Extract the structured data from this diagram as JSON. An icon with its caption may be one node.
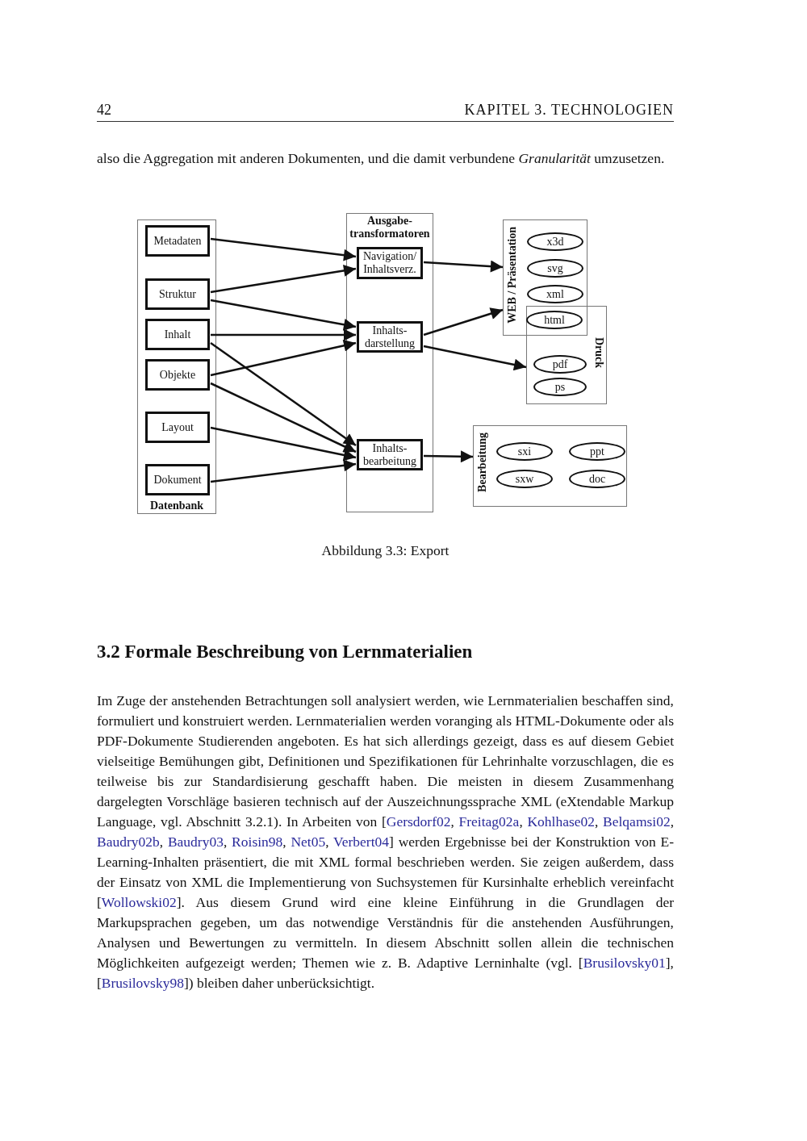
{
  "diagram": {
    "caption": "Abbildung 3.3: Export",
    "nodes": [
      {
        "text": [
          "Datenbank"
        ]
      },
      {
        "text": [
          "Metadaten"
        ],
        "in": 0
      },
      {
        "text": [
          "Struktur"
        ],
        "in": 0
      },
      {
        "text": [
          "Inhalt"
        ],
        "in": 0
      },
      {
        "text": [
          "Objekte"
        ],
        "in": 0
      },
      {
        "text": [
          "Layout"
        ],
        "in": 0
      },
      {
        "text": [
          "Dokument"
        ],
        "in": 0
      },
      {
        "text": [
          "Ausgabe- transformatoren"
        ]
      },
      {
        "text": [
          "Navigation/ Inhaltsverz."
        ],
        "in": 7
      },
      {
        "text": [
          "Inhalts- darstellung"
        ],
        "in": 7
      },
      {
        "text": [
          "Inhalts- bearbeitung"
        ],
        "in": 7
      },
      {
        "text": [
          "WEB / Präsentation"
        ]
      },
      {
        "text": [
          "x3d"
        ],
        "in": 11
      },
      {
        "text": [
          "svg"
        ],
        "in": 11
      },
      {
        "text": [
          "xml"
        ],
        "in": 11
      },
      {
        "text": [
          "html"
        ]
      },
      {
        "text": [
          "Druck"
        ]
      },
      {
        "text": [
          "pdf"
        ],
        "in": 16
      },
      {
        "text": [
          "ps"
        ],
        "in": 16
      },
      {
        "text": [
          "Bearbeitung"
        ]
      },
      {
        "text": [
          "sxi"
        ],
        "in": 19
      },
      {
        "text": [
          "ppt"
        ],
        "in": 19
      },
      {
        "text": [
          "sxw"
        ],
        "in": 19
      },
      {
        "text": [
          "doc"
        ],
        "in": 19
      }
    ],
    "edges": [
      {
        "from": 1,
        "to": 8,
        "arrow": "to"
      },
      {
        "from": 2,
        "to": 8,
        "arrow": "to"
      },
      {
        "from": 2,
        "to": 9,
        "arrow": "to"
      },
      {
        "from": 3,
        "to": 9,
        "arrow": "to"
      },
      {
        "from": 3,
        "to": 10,
        "arrow": "to"
      },
      {
        "from": 4,
        "to": 9,
        "arrow": "to"
      },
      {
        "from": 4,
        "to": 10,
        "arrow": "to"
      },
      {
        "from": 5,
        "to": 10,
        "arrow": "to"
      },
      {
        "from": 6,
        "to": 10,
        "arrow": "to"
      },
      {
        "from": 8,
        "to": 11,
        "arrow": "to"
      },
      {
        "from": 9,
        "to": 11,
        "arrow": "to"
      },
      {
        "from": 9,
        "to": 16,
        "arrow": "to"
      },
      {
        "from": 10,
        "to": 19,
        "arrow": "to"
      }
    ],
    "labels": [
      "42",
      "KAPITEL 3. TECHNOLOGIEN",
      "also die Aggregation mit anderen Dokumenten, und die damit verbundene *Granularität* umzusetzen.",
      "3.2 Formale Beschreibung von Lernmaterialien",
      "Im Zuge der anstehenden Betrachtungen soll analysiert werden, wie Lernmaterialien beschaffen sind, formuliert und konstruiert werden. Lernmaterialien werden voranging als HTML-Dokumente oder als PDF-Dokumente Studierenden angeboten. Es hat sich allerdings gezeigt, dass es auf diesem Gebiet vielseitige Bemühungen gibt, Definitionen und Spezifikationen für Lehrinhalte vorzuschlagen, die es teilweise bis zur Standardisierung geschafft haben. Die meisten in diesem Zusammenhang dargelegten Vorschläge basieren technisch auf der Auszeichnungssprache XML (eXtendable Markup Language, vgl. Abschnitt 3.2.1). In Arbeiten von [Gersdorf02, Freitag02a, Kohlhase02, Belqamsi02, Baudry02b, Baudry03, Roisin98, Net05, Verbert04] werden Ergebnisse bei der Konstruktion von E-Learning-Inhalten präsentiert, die mit XML formal beschrieben werden. Sie zeigen außerdem, dass der Einsatz von XML die Implementierung von Suchsystemen für Kursinhalte erheblich vereinfacht [Wollowski02]. Aus diesem Grund wird eine kleine Einführung in die Grundlagen der Markupsprachen gegeben, um das notwendige Verständnis für die anstehenden Ausführungen, Analysen und Bewertungen zu vermitteln. In diesem Abschnitt sollen allein die technischen Möglichkeiten aufgezeigt werden; Themen wie z. B. Adaptive Lerninhalte (vgl. [Brusilovsky01],[Brusilovsky98]) bleiben daher unberücksichtigt."
    ]
  }
}
